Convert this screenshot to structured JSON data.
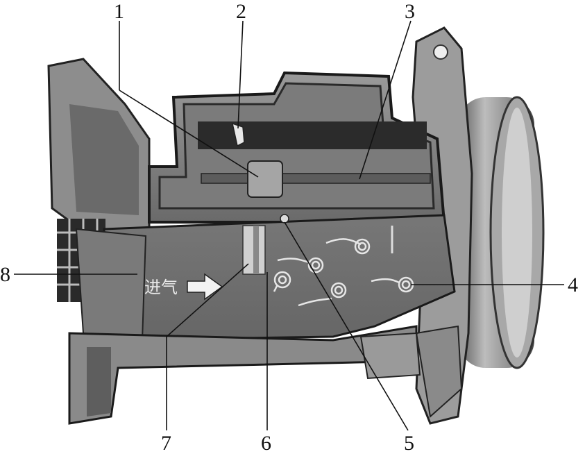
{
  "diagram": {
    "flow_label": "进气",
    "callouts": [
      {
        "id": "callout-1",
        "number": "1"
      },
      {
        "id": "callout-2",
        "number": "2"
      },
      {
        "id": "callout-3",
        "number": "3"
      },
      {
        "id": "callout-4",
        "number": "4"
      },
      {
        "id": "callout-5",
        "number": "5"
      },
      {
        "id": "callout-6",
        "number": "6"
      },
      {
        "id": "callout-7",
        "number": "7"
      },
      {
        "id": "callout-8",
        "number": "8"
      }
    ]
  },
  "colors": {
    "housing_dark": "#3a3a3a",
    "housing_mid": "#7a7a7a",
    "housing_light": "#b8b8b8",
    "channel": "#6e6e6e",
    "flange": "#9a9a9a"
  }
}
